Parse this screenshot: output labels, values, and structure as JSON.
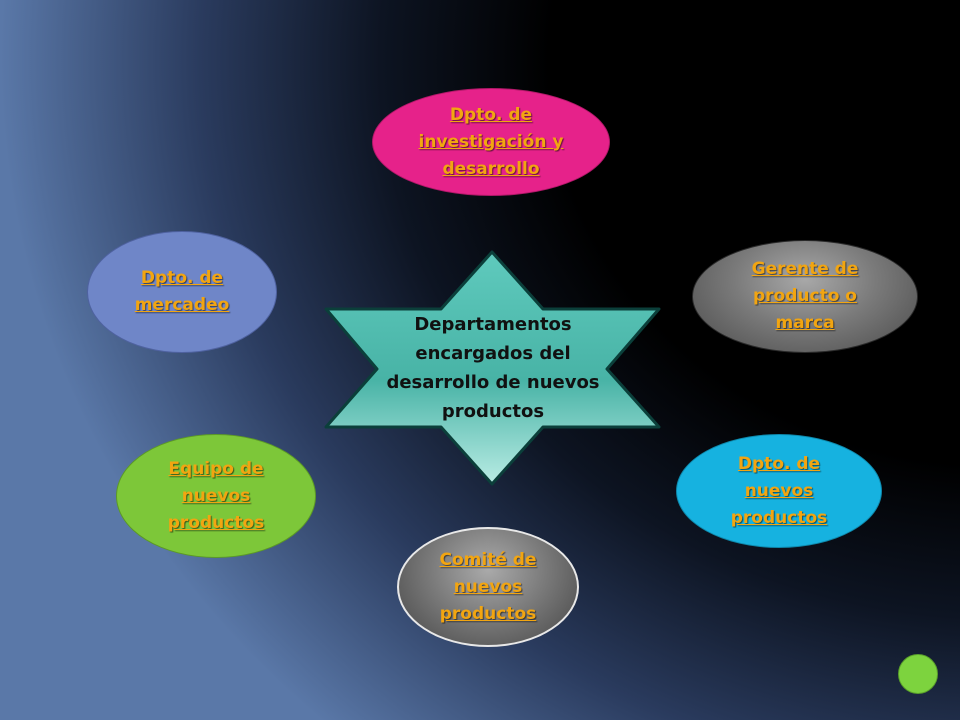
{
  "center": {
    "label": "Departamentos encargados del desarrollo de nuevos productos"
  },
  "nodes": [
    {
      "label": "Dpto. de investigación y desarrollo",
      "color": "#e6228a"
    },
    {
      "label": "Dpto. de mercadeo",
      "color": "#6f86c8"
    },
    {
      "label": "Gerente de producto o marca",
      "color": "#7a7a7a"
    },
    {
      "label": "Equipo de nuevos productos",
      "color": "#7dc739"
    },
    {
      "label": "Dpto. de nuevos productos",
      "color": "#16b2e0"
    },
    {
      "label": "Comité de nuevos productos",
      "color": "#7b7b7b"
    }
  ],
  "colors": {
    "star_fill": "#5bc8bb",
    "link_text": "#f2a511",
    "corner_button": "#7dd33e"
  }
}
